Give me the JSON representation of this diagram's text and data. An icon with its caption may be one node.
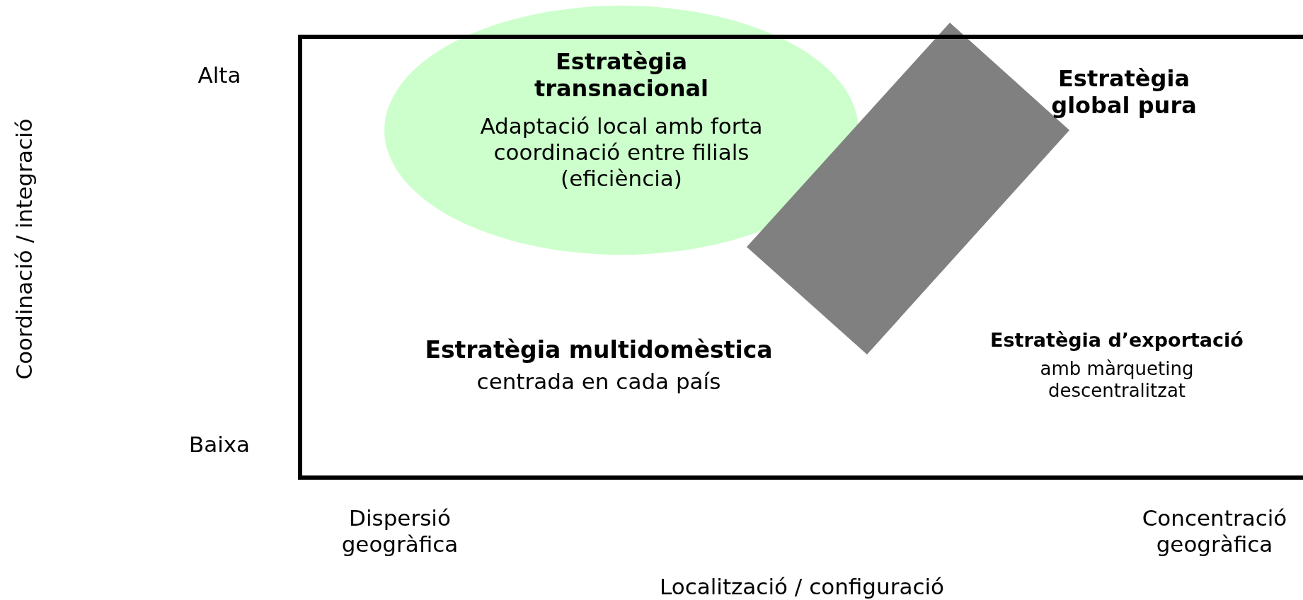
{
  "diagram": {
    "nodes": [
      {
        "text": [
          "Estratègia transnacional",
          "Adaptació local amb forta coordinació entre filials (eficiència)"
        ]
      },
      {
        "text": [],
        "shape": "box"
      }
    ],
    "edges": [],
    "labels": [
      "Alta",
      "Estratègia global pura",
      "Coordinació / integració",
      "Estratègia d’exportació",
      "amb màrqueting descentralitzat",
      "Estratègia multidomèstica",
      "centrada en cada país",
      "Baixa",
      "Dispersió geogràfica",
      "Concentració geogràfica",
      "Localització / configuració"
    ]
  }
}
